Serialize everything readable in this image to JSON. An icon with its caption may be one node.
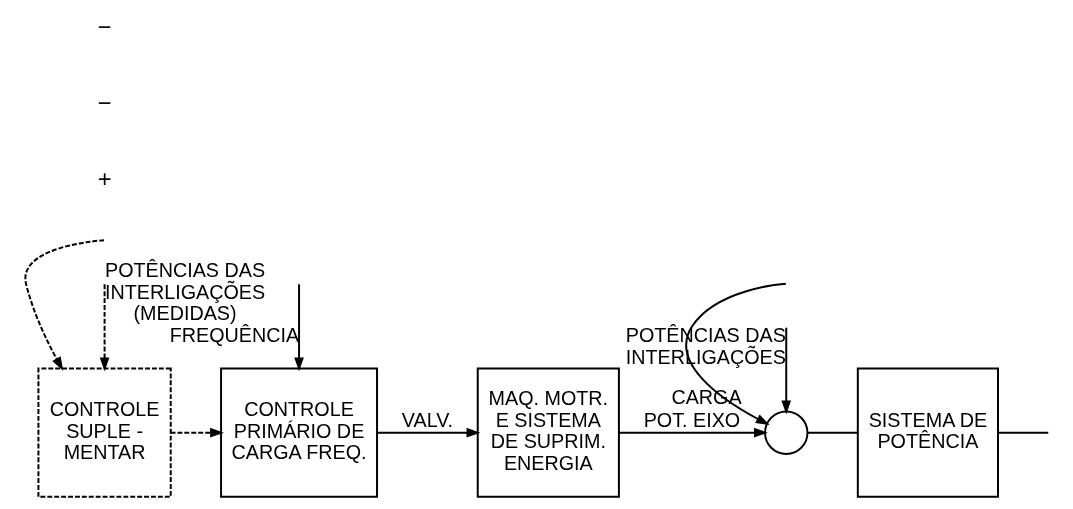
{
  "diagram": {
    "nodes": [
      {
        "text": [
          "CONTROLE SUPLE - MENTAR"
        ]
      },
      {
        "text": [
          "CONTROLE PRIMÁRIO DE CARGA FREQ."
        ]
      },
      {
        "text": [
          "MAQ. MOTR. E SISTEMA DE SUPRIM. ENERGIA"
        ]
      },
      {
        "text": [],
        "shape": "circle"
      },
      {
        "text": [
          "SISTEMA DE POTÊNCIA"
        ]
      }
    ],
    "edges": [
      {
        "from": null,
        "to": 1,
        "arrow": "to",
        "label": "FREQUÊNCIA"
      },
      {
        "from": null,
        "to": 0,
        "arrow": "to",
        "style": "dashed"
      },
      {
        "from": 0,
        "to": 1,
        "arrow": "to",
        "style": "dashed"
      },
      {
        "from": 1,
        "to": 2,
        "arrow": "to",
        "label": "VALV."
      },
      {
        "from": 2,
        "to": 3,
        "arrow": "to",
        "label": "POT. EIXO"
      },
      {
        "from": null,
        "to": 3,
        "arrow": "to",
        "label": "CARGA"
      },
      {
        "from": null,
        "to": 3,
        "arrow": "to",
        "label": "POTÊNCIAS DAS INTERLIGAÇÕES"
      },
      {
        "from": 3,
        "to": 4,
        "arrow": "none"
      },
      {
        "from": 4,
        "to": null,
        "arrow": "none"
      },
      {
        "from": null,
        "to": 0,
        "arrow": "to",
        "style": "dashed",
        "label": "POTÊNCIAS DAS INTERLIGAÇÕES (MEDIDAS)"
      }
    ],
    "labels": [
      "+",
      "−",
      "−"
    ]
  }
}
